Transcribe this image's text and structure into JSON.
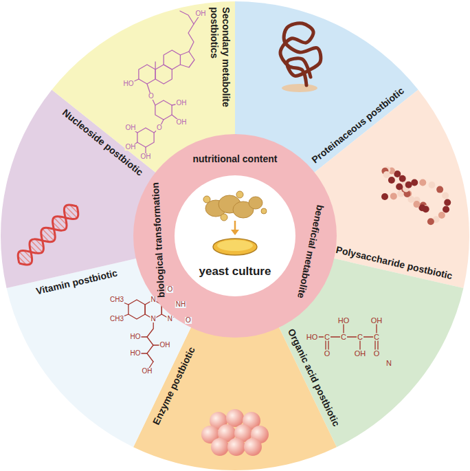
{
  "diagram": {
    "nodes": [
      {
        "text": [
          "nutritional content",
          "beneficial metabolite",
          "biological transformation"
        ]
      },
      {
        "text": [
          "yeast culture"
        ],
        "in": 0
      },
      {
        "text": [
          "Proteinaceous postbiotic"
        ]
      },
      {
        "text": [
          "Polysaccharide postbiotic"
        ]
      },
      {
        "text": [
          "Organic acid postbiotic"
        ]
      },
      {
        "text": [
          "Enzyme postbiotic"
        ]
      },
      {
        "text": [
          "Vitamin postbiotic"
        ]
      },
      {
        "text": [
          "Nucleoside postbiotic"
        ]
      },
      {
        "text": [
          "Secondary metabolite postbiotics"
        ]
      }
    ],
    "labels": [
      "OH",
      "HO",
      "O",
      "OH",
      "OH",
      "O",
      "OH",
      "OH",
      "OH",
      "HO",
      "C",
      "C",
      "C",
      "C",
      "O",
      "HO",
      "OH",
      "OH",
      "O",
      "N",
      "CH3",
      "CH3",
      "N",
      "N",
      "O",
      "NH",
      "O",
      "N",
      "HO",
      "OH",
      "HO",
      "OH"
    ]
  }
}
